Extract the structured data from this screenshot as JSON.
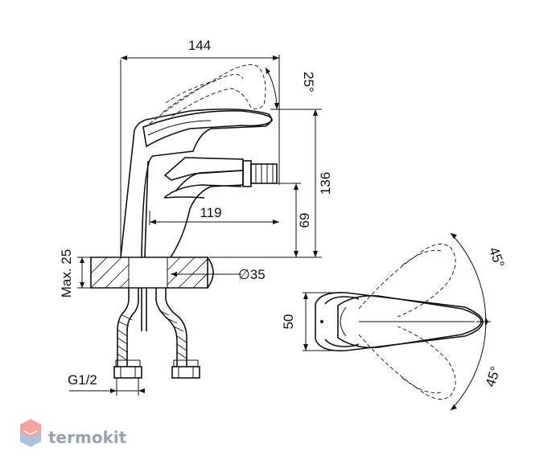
{
  "dimensions": {
    "width_overall": "144",
    "lever_angle": "25°",
    "height_total": "136",
    "spout_reach": "119",
    "spout_height": "69",
    "max_thickness": "Max. 25",
    "hole_diameter": "∅35",
    "connection_thread": "G1/2",
    "body_width": "50",
    "rotation_upper": "45°",
    "rotation_lower": "45°"
  },
  "brand": {
    "name": "termokit",
    "icon": "hexagon-logo-icon",
    "colors": {
      "logo_top": "#f4a3a3",
      "logo_bottom": "#a9c3dd",
      "text": "#9aa3ad"
    }
  },
  "colors": {
    "line": "#111111",
    "background": "#ffffff"
  }
}
